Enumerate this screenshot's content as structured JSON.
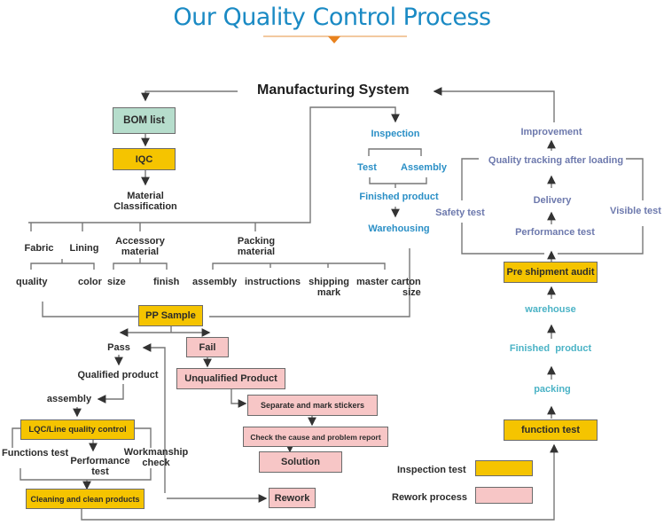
{
  "title": "Our Quality Control Process",
  "colors": {
    "title": "#1a8ac4",
    "accent_line": "#f2c9a0",
    "accent_marker": "#e8821e",
    "inspection_box": "#f5c400",
    "rework_box": "#f7c6c6",
    "bom_box": "#b6ddcc",
    "blue_text": "#2a8fc6",
    "purple_text": "#6d79ad",
    "teal_text": "#4bb3c6"
  },
  "header": {
    "manufacturing_system": "Manufacturing System"
  },
  "materials": {
    "bom_list": "BOM list",
    "iqc": "IQC",
    "material_classification_1": "Material",
    "material_classification_2": "Classification",
    "fabric": "Fabric",
    "lining": "Lining",
    "accessory_1": "Accessory",
    "accessory_2": "material",
    "packing_1": "Packing",
    "packing_2": "material",
    "quality": "quality",
    "color": "color",
    "size": "size",
    "finish": "finish",
    "assembly": "assembly",
    "instructions": "instructions",
    "shipping_1": "shipping",
    "shipping_2": "mark",
    "master_carton_1": "master carton",
    "master_carton_2": "size"
  },
  "inspection_branch": {
    "inspection": "Inspection",
    "test": "Test",
    "assembly": "Assembly",
    "finished_product": "Finished product",
    "warehousing": "Warehousing"
  },
  "shipment_branch": {
    "improvement": "Improvement",
    "quality_tracking": "Quality tracking after loading",
    "delivery": "Delivery",
    "safety_test": "Safety test",
    "visible_test": "Visible test",
    "performance_test": "Performance test",
    "pre_shipment_audit": "Pre shipment audit",
    "warehouse": "warehouse",
    "finished_product": "Finished  product",
    "packing": "packing",
    "function_test": "function test"
  },
  "production": {
    "pp_sample": "PP Sample",
    "pass": "Pass",
    "qualified_product": "Qualified product",
    "assembly": "assembly",
    "lqc": "LQC/Line quality control",
    "functions_test": "Functions test",
    "performance_test_1": "Performance",
    "performance_test_2": "test",
    "workmanship_1": "Workmanship",
    "workmanship_2": "check",
    "cleaning": "Cleaning and clean products"
  },
  "rework": {
    "fail": "Fail",
    "unqualified_product": "Unqualified Product",
    "separate": "Separate and mark stickers",
    "check_cause": "Check the cause and problem report",
    "solution": "Solution",
    "rework": "Rework"
  },
  "legend": [
    {
      "label": "Inspection test",
      "color": "#f5c400"
    },
    {
      "label": "Rework process",
      "color": "#f7c6c6"
    }
  ]
}
